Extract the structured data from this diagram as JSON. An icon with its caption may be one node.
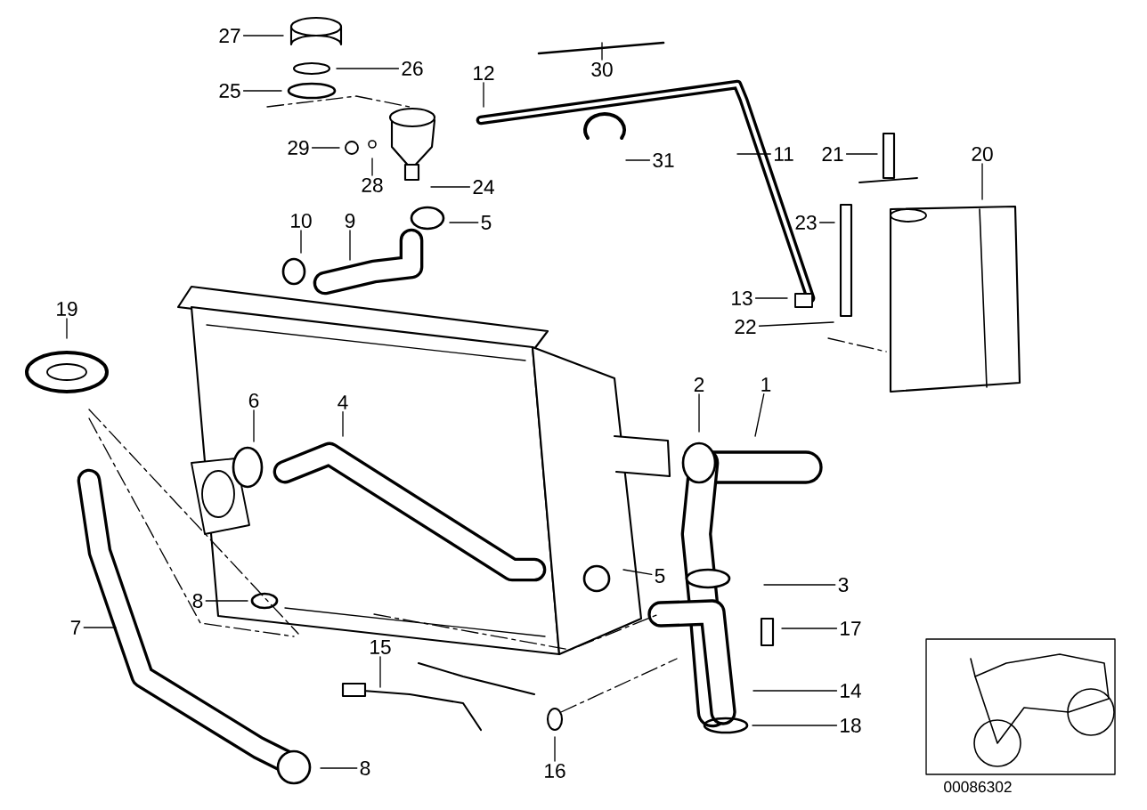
{
  "diagram": {
    "nodes": [
      {
        "text": [
          "27"
        ]
      },
      {
        "text": [
          "26"
        ]
      },
      {
        "text": [
          "30"
        ]
      },
      {
        "text": [
          "12"
        ]
      },
      {
        "text": [
          "25"
        ]
      },
      {
        "text": [
          "29"
        ]
      },
      {
        "text": [
          "11"
        ]
      },
      {
        "text": [
          "21"
        ]
      },
      {
        "text": [
          "20"
        ]
      },
      {
        "text": [
          "31"
        ]
      },
      {
        "text": [
          "28"
        ]
      },
      {
        "text": [
          "24"
        ]
      },
      {
        "text": [
          "10"
        ]
      },
      {
        "text": [
          "9"
        ]
      },
      {
        "text": [
          "5"
        ]
      },
      {
        "text": [
          "23"
        ]
      },
      {
        "text": [
          "13"
        ]
      },
      {
        "text": [
          "19"
        ]
      },
      {
        "text": [
          "22"
        ]
      },
      {
        "text": [
          "2"
        ]
      },
      {
        "text": [
          "1"
        ]
      },
      {
        "text": [
          "6"
        ]
      },
      {
        "text": [
          "4"
        ]
      },
      {
        "text": [
          "5"
        ]
      },
      {
        "text": [
          "3"
        ]
      },
      {
        "text": [
          "8"
        ]
      },
      {
        "text": [
          "7"
        ]
      },
      {
        "text": [
          "17"
        ]
      },
      {
        "text": [
          "15"
        ]
      },
      {
        "text": [
          "14"
        ]
      },
      {
        "text": [
          "18"
        ]
      },
      {
        "text": [
          "8"
        ]
      },
      {
        "text": [
          "16"
        ]
      }
    ],
    "edges": [
      {
        "from": 0,
        "to": null,
        "arrow": "none"
      },
      {
        "from": 1,
        "to": null,
        "arrow": "none"
      },
      {
        "from": 2,
        "to": null,
        "arrow": "none"
      },
      {
        "from": 3,
        "to": null,
        "arrow": "none"
      },
      {
        "from": 4,
        "to": null,
        "arrow": "none"
      },
      {
        "from": 5,
        "to": null,
        "arrow": "none"
      },
      {
        "from": 6,
        "to": null,
        "arrow": "none"
      },
      {
        "from": 7,
        "to": null,
        "arrow": "none"
      },
      {
        "from": 8,
        "to": null,
        "arrow": "none"
      },
      {
        "from": 9,
        "to": null,
        "arrow": "none"
      },
      {
        "from": 10,
        "to": null,
        "arrow": "none"
      },
      {
        "from": 11,
        "to": null,
        "arrow": "none"
      },
      {
        "from": 12,
        "to": null,
        "arrow": "none"
      },
      {
        "from": 13,
        "to": null,
        "arrow": "none"
      },
      {
        "from": 14,
        "to": null,
        "arrow": "none"
      },
      {
        "from": 15,
        "to": null,
        "arrow": "none"
      },
      {
        "from": 16,
        "to": null,
        "arrow": "none"
      },
      {
        "from": 17,
        "to": null,
        "arrow": "none"
      },
      {
        "from": 18,
        "to": null,
        "arrow": "none"
      },
      {
        "from": 19,
        "to": null,
        "arrow": "none"
      },
      {
        "from": 20,
        "to": null,
        "arrow": "none"
      },
      {
        "from": 21,
        "to": null,
        "arrow": "none"
      },
      {
        "from": 22,
        "to": null,
        "arrow": "none"
      },
      {
        "from": 23,
        "to": null,
        "arrow": "none"
      },
      {
        "from": 24,
        "to": null,
        "arrow": "none"
      },
      {
        "from": 25,
        "to": null,
        "arrow": "none"
      },
      {
        "from": 26,
        "to": null,
        "arrow": "none"
      },
      {
        "from": 27,
        "to": null,
        "arrow": "none"
      },
      {
        "from": 28,
        "to": null,
        "arrow": "none"
      },
      {
        "from": 29,
        "to": null,
        "arrow": "none"
      },
      {
        "from": 30,
        "to": null,
        "arrow": "none"
      },
      {
        "from": 31,
        "to": null,
        "arrow": "none"
      },
      {
        "from": 32,
        "to": null,
        "arrow": "none"
      }
    ],
    "labels": [
      "00086302"
    ]
  }
}
